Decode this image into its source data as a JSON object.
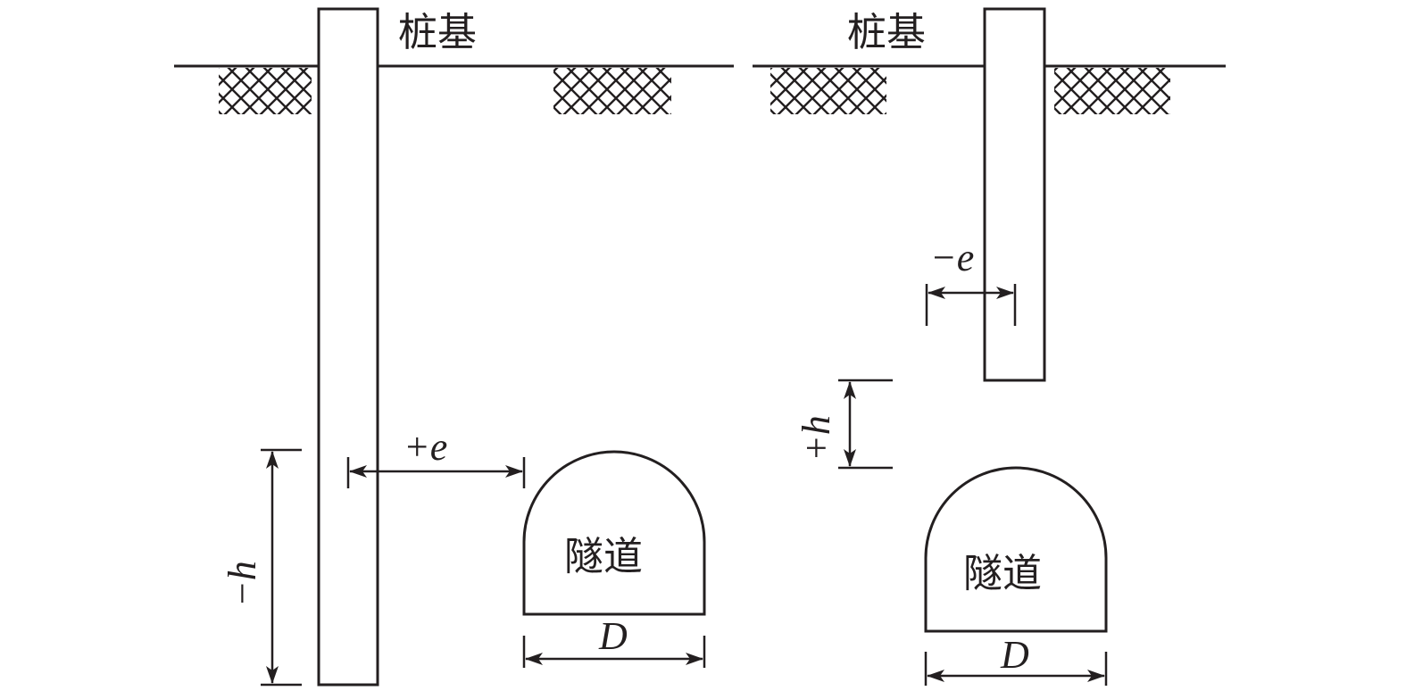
{
  "labels": {
    "pile_left": "桩基",
    "pile_right": "桩基",
    "tunnel_left": "隧道",
    "tunnel_right": "隧道",
    "offset_left": "+e",
    "offset_right": "−e",
    "depth_left": "−h",
    "depth_right": "+h",
    "diameter_left": "D",
    "diameter_right": "D"
  },
  "colors": {
    "line": "#231f20",
    "background": "#ffffff"
  }
}
